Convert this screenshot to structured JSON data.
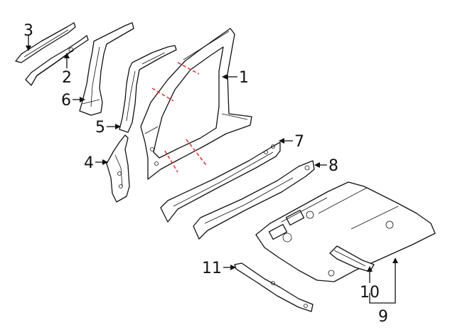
{
  "callouts": [
    {
      "id": "1",
      "label": "1"
    },
    {
      "id": "2",
      "label": "2"
    },
    {
      "id": "3",
      "label": "3"
    },
    {
      "id": "4",
      "label": "4"
    },
    {
      "id": "5",
      "label": "5"
    },
    {
      "id": "6",
      "label": "6"
    },
    {
      "id": "7",
      "label": "7"
    },
    {
      "id": "8",
      "label": "8"
    },
    {
      "id": "9",
      "label": "9"
    },
    {
      "id": "10",
      "label": "10"
    },
    {
      "id": "11",
      "label": "11"
    }
  ],
  "colors": {
    "line": "#111111",
    "cut_line": "#e23a3a",
    "background": "#ffffff"
  }
}
